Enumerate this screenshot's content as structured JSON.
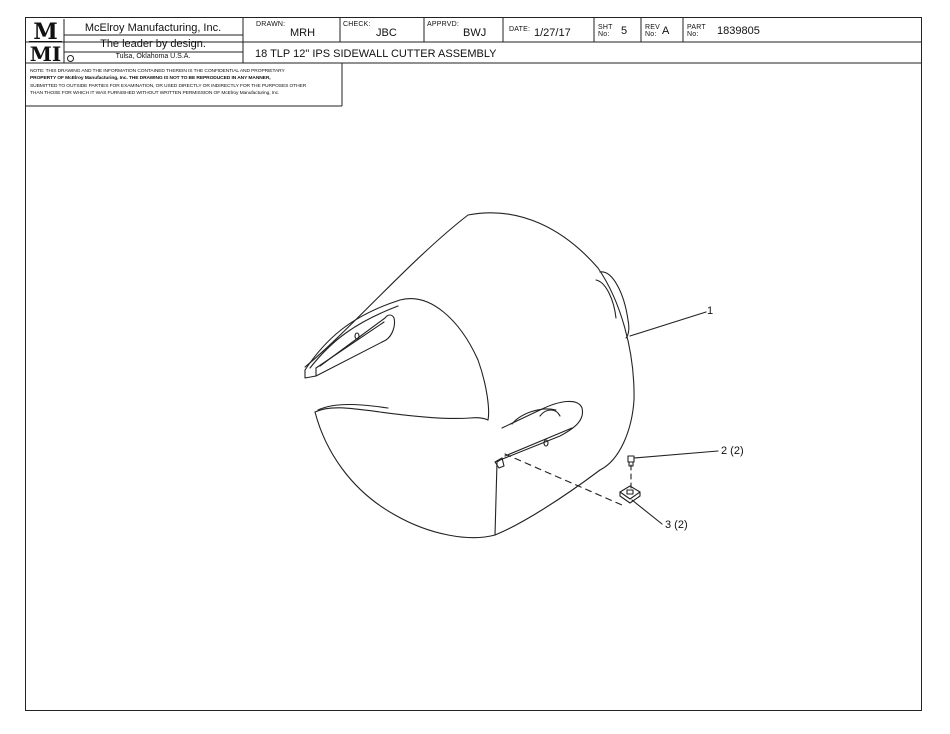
{
  "company": {
    "logo_top": "M",
    "logo_bottom": "MI",
    "name": "McElroy Manufacturing, Inc.",
    "tagline": "The leader by design.",
    "location": "Tulsa, Oklahoma U.S.A."
  },
  "title_block": {
    "drawn_label": "DRAWN:",
    "drawn_value": "MRH",
    "check_label": "CHECK:",
    "check_value": "JBC",
    "apprvd_label": "APPRVD:",
    "apprvd_value": "BWJ",
    "date_label": "DATE:",
    "date_value": "1/27/17",
    "sht_label_1": "SHT",
    "sht_label_2": "No:",
    "sht_value": "5",
    "rev_label_1": "REV",
    "rev_label_2": "No:",
    "rev_value": "A",
    "part_label_1": "PART",
    "part_label_2": "No:",
    "part_value": "1839805",
    "description": "18 TLP 12\" IPS SIDEWALL CUTTER ASSEMBLY"
  },
  "note_lines": [
    "NOTE: THIS DRAWING AND THE INFORMATION CONTAINED THEREIN IS THE CONFIDENTIAL AND PROPRIETARY",
    "PROPERTY OF McElroy Manufacturing, Inc. THE DRAWING IS NOT TO BE REPRODUCED IN ANY MANNER,",
    "SUBMITTED TO OUTSIDE PARTIES FOR EXAMINATION, OR USED DIRECTLY OR INDIRECTLY FOR THE PURPOSES OTHER",
    "THAN THOSE FOR WHICH IT WAS FURNISHED WITHOUT WRITTEN PERMISSION OF McElroy Manufacturing, Inc."
  ],
  "callouts": {
    "c1": "1",
    "c2": "2 (2)",
    "c3": "3 (2)"
  },
  "colors": {
    "line": "#222222"
  }
}
